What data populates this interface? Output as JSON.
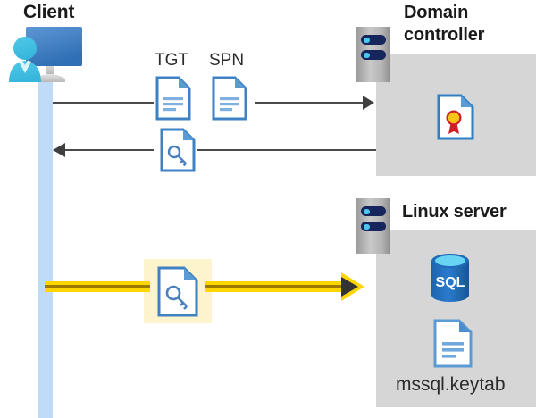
{
  "diagram": {
    "title": "Kerberos authentication flow: Client, Domain controller, Linux server",
    "background": "#ffffff"
  },
  "actors": {
    "client": {
      "label": "Client",
      "icon": "client-computer-user-icon",
      "lifeline_color": "#bfdbf7"
    },
    "domain_controller": {
      "label": "Domain controller",
      "icon": "server-rack-icon",
      "panel_color": "#d6d6d6",
      "contents": [
        {
          "icon": "certificate-document-icon",
          "label": ""
        }
      ]
    },
    "linux_server": {
      "label": "Linux server",
      "icon": "server-rack-icon",
      "panel_color": "#d6d6d6",
      "contents": [
        {
          "icon": "sql-database-icon",
          "label": "SQL"
        },
        {
          "icon": "document-icon",
          "label": "mssql.keytab"
        }
      ]
    }
  },
  "flows": [
    {
      "id": "request",
      "direction": "client-to-domain-controller",
      "labels": [
        "TGT",
        "SPN"
      ],
      "icons": [
        "document-icon",
        "document-icon"
      ],
      "color": "#4a4a4a",
      "highlighted": false
    },
    {
      "id": "response",
      "direction": "domain-controller-to-client",
      "labels": [],
      "icons": [
        "key-document-icon"
      ],
      "color": "#4a4a4a",
      "highlighted": false
    },
    {
      "id": "service-ticket",
      "direction": "client-to-linux-server",
      "labels": [],
      "icons": [
        "key-document-icon"
      ],
      "color": "#ffd600",
      "highlight_color": "#fdf3cd",
      "highlighted": true
    }
  ],
  "labels": {
    "tgt": "TGT",
    "spn": "SPN",
    "client": "Client",
    "domain_controller": "Domain controller",
    "linux_server": "Linux server",
    "sql": "SQL",
    "keytab_file": "mssql.keytab"
  },
  "colors": {
    "lifeline": "#bfdbf7",
    "panel": "#d6d6d6",
    "arrow_grey": "#4a4a4a",
    "arrow_yellow": "#ffd600",
    "highlight_box": "#fdf3cd",
    "doc_blue": "#3f82c4",
    "sql_blue": "#1f6bb8",
    "cert_gold": "#f5c518",
    "cert_red": "#cf2027"
  }
}
